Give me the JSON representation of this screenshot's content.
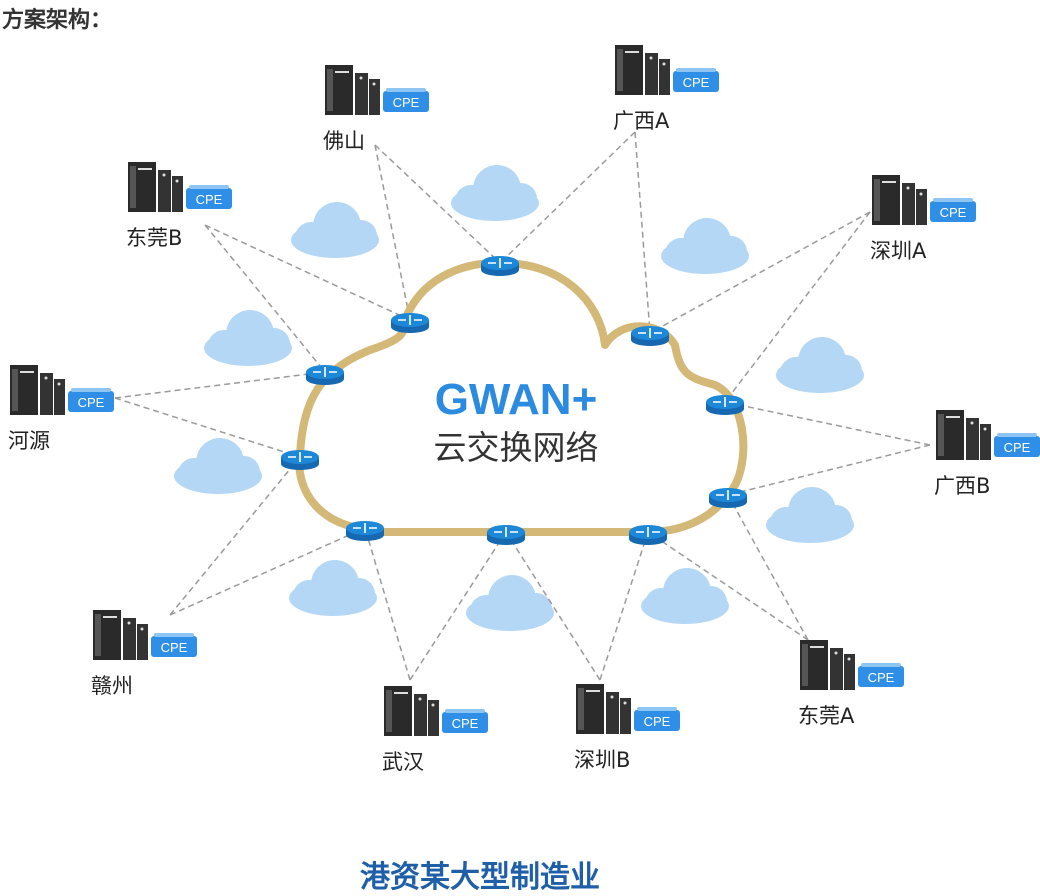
{
  "header": {
    "title": "方案架构："
  },
  "center": {
    "brand": "GWAN+",
    "subtitle": "云交换网络"
  },
  "cpe_label": "CPE",
  "sites": [
    "佛山",
    "广西A",
    "东莞B",
    "深圳A",
    "河源",
    "广西B",
    "赣州",
    "武汉",
    "深圳B",
    "东莞A"
  ],
  "caption": "港资某大型制造业",
  "colors": {
    "brand": "#2b8be0",
    "caption": "#1f5fa8",
    "cloud_outline": "#d4b878",
    "small_cloud": "#b3d7f5",
    "router": "#1e88d8",
    "cpe": "#2f8fe6"
  }
}
